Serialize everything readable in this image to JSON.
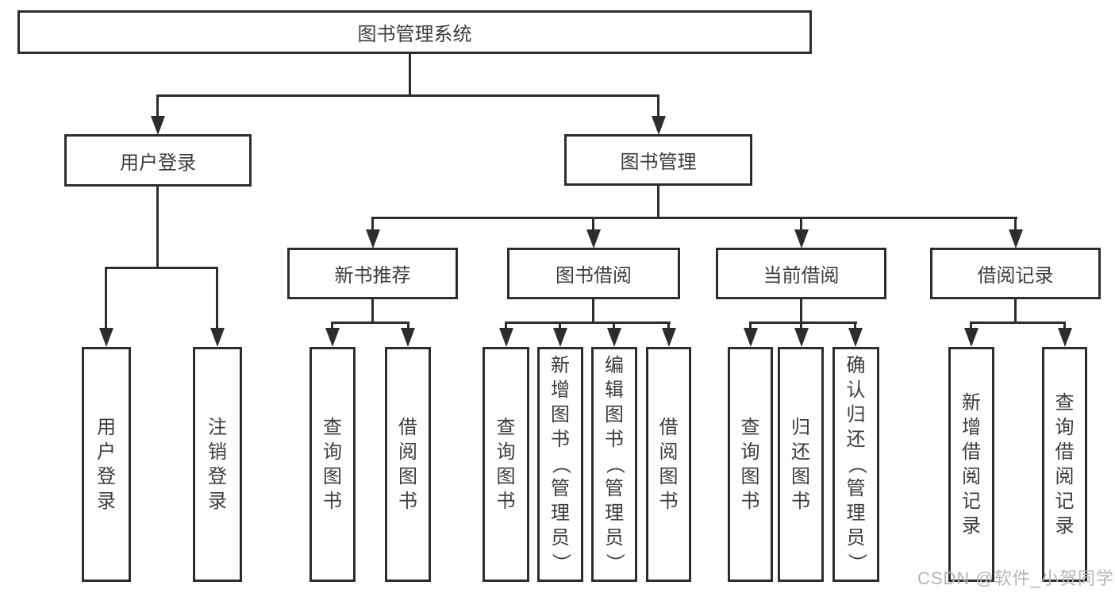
{
  "tree": {
    "root": {
      "label": "图书管理系统"
    },
    "branches": [
      {
        "label": "用户登录",
        "children": [
          {
            "label": "用户登录"
          },
          {
            "label": "注销登录"
          }
        ]
      },
      {
        "label": "图书管理",
        "children": [
          {
            "label": "新书推荐",
            "children": [
              {
                "label": "查询图书"
              },
              {
                "label": "借阅图书"
              }
            ]
          },
          {
            "label": "图书借阅",
            "children": [
              {
                "label": "查询图书"
              },
              {
                "label": "新增图书（管理员）"
              },
              {
                "label": "编辑图书（管理员）"
              },
              {
                "label": "借阅图书"
              }
            ]
          },
          {
            "label": "当前借阅",
            "children": [
              {
                "label": "查询图书"
              },
              {
                "label": "归还图书"
              },
              {
                "label": "确认归还（管理员）"
              }
            ]
          },
          {
            "label": "借阅记录",
            "children": [
              {
                "label": "新增借阅记录"
              },
              {
                "label": "查询借阅记录"
              }
            ]
          }
        ]
      }
    ],
    "watermark": "CSDN @软件_小贺同学",
    "colors": {
      "line": "#2d2d2d",
      "text": "#3c3c3c",
      "watermark": "#b5b5b5",
      "background": "#ffffff"
    }
  }
}
